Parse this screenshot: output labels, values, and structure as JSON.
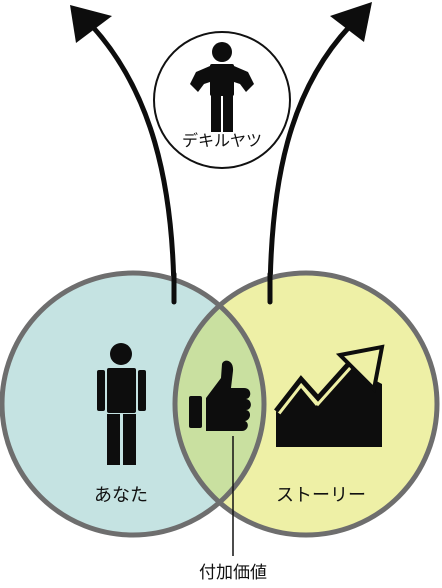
{
  "top_figure": {
    "label": "デキルヤツ",
    "icon": "person-hands-on-hips-icon"
  },
  "circles": {
    "left": {
      "label": "あなた",
      "icon": "person-icon",
      "color": "#c5e3e2"
    },
    "right": {
      "label": "ストーリー",
      "icon": "rising-chart-icon",
      "color": "#eef0a6"
    },
    "overlap": {
      "icon": "thumbs-up-icon",
      "color": "#c9e0a0",
      "callout_label": "付加価値"
    }
  },
  "colors": {
    "circle_stroke": "#6e6e6e",
    "ink": "#0d0d0d"
  }
}
